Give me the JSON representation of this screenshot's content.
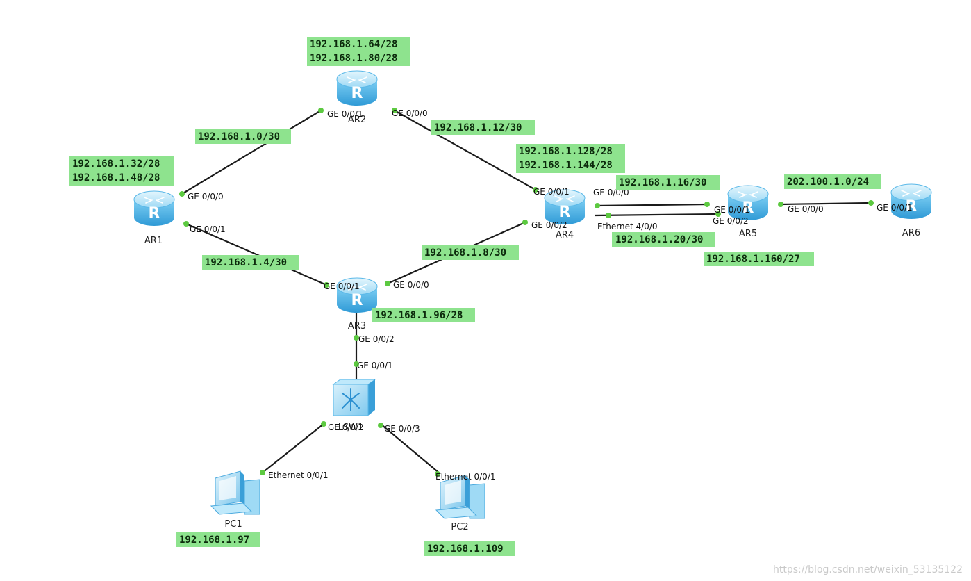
{
  "devices": {
    "ar1": {
      "name": "AR1",
      "icon": "router-icon"
    },
    "ar2": {
      "name": "AR2",
      "icon": "router-icon"
    },
    "ar3": {
      "name": "AR3",
      "icon": "router-icon"
    },
    "ar4": {
      "name": "AR4",
      "icon": "router-icon"
    },
    "ar5": {
      "name": "AR5",
      "icon": "router-icon"
    },
    "ar6": {
      "name": "AR6",
      "icon": "router-icon"
    },
    "lsw1": {
      "name": "LSW1",
      "icon": "switch-icon"
    },
    "pc1": {
      "name": "PC1",
      "icon": "pc-icon"
    },
    "pc2": {
      "name": "PC2",
      "icon": "pc-icon"
    }
  },
  "ports": {
    "ar1_ge000": "GE 0/0/0",
    "ar1_ge001": "GE 0/0/1",
    "ar2_ge001": "GE 0/0/1",
    "ar2_ge000": "GE 0/0/0",
    "ar3_ge001": "GE 0/0/1",
    "ar3_ge000": "GE 0/0/0",
    "ar3_ge002": "GE 0/0/2",
    "ar4_ge001": "GE 0/0/1",
    "ar4_ge002": "GE 0/0/2",
    "ar4_ge000": "GE 0/0/0",
    "ar4_eth400": "Ethernet 4/0/0",
    "ar5_ge001": "GE 0/0/1",
    "ar5_ge002": "GE 0/0/2",
    "ar5_ge000": "GE 0/0/0",
    "ar6_ge001": "GE 0/0/1",
    "lsw_ge001": "GE 0/0/1",
    "lsw_ge002": "GE 0/0/2",
    "lsw_ge003": "GE 0/0/3",
    "pc1_eth": "Ethernet 0/0/1",
    "pc2_eth": "Ethernet 0/0/1"
  },
  "networks": {
    "ar2_lan_1": "192.168.1.64/28",
    "ar2_lan_2": "192.168.1.80/28",
    "ar1_lan_1": "192.168.1.32/28",
    "ar1_lan_2": "192.168.1.48/28",
    "link_ar1_ar2": "192.168.1.0/30",
    "link_ar2_ar4": "192.168.1.12/30",
    "ar4_lan_1": "192.168.1.128/28",
    "ar4_lan_2": "192.168.1.144/28",
    "link_ar4_ar5_a": "192.168.1.16/30",
    "link_ar4_ar5_b": "192.168.1.20/30",
    "link_ar5_ar6": "202.100.1.0/24",
    "ar5_lan": "192.168.1.160/27",
    "link_ar1_ar3": "192.168.1.4/30",
    "link_ar3_ar4": "192.168.1.8/30",
    "ar3_lan": "192.168.1.96/28",
    "pc1_ip": "192.168.1.97",
    "pc2_ip": "192.168.1.109"
  },
  "watermark": "https://blog.csdn.net/weixin_53135122",
  "colors": {
    "label_bg": "#8ee38e",
    "link": "#1a1a1a",
    "port_dot": "#5cc940",
    "router_body": "#5ab8e8",
    "router_top": "#bfe9fb"
  }
}
